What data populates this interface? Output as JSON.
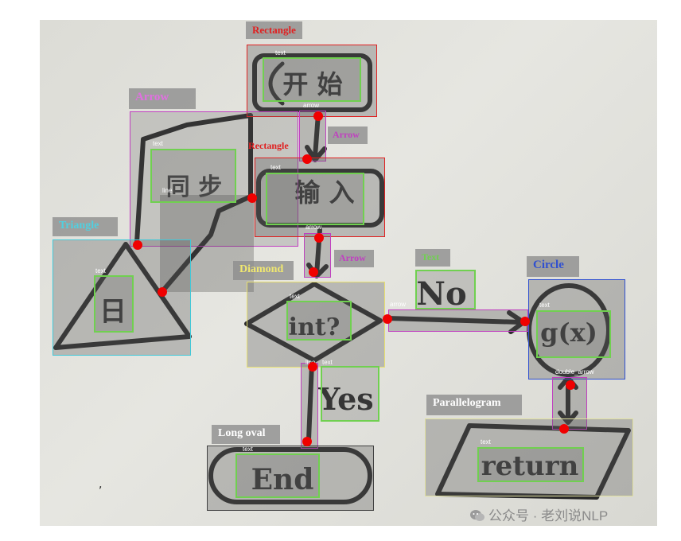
{
  "colors": {
    "rectangle": "#e02020",
    "arrow": "#c040c0",
    "triangle": "#40c8d8",
    "diamond": "#e8e070",
    "text": "#70d050",
    "circle": "#3050d0",
    "parallelogram": "#e0e0a0",
    "long_oval": "#505050",
    "keypoint": "#f00000"
  },
  "shapes": {
    "rectangle_1": "Rectangle",
    "rectangle_2": "Rectangle",
    "arrow_1": "Arrow",
    "arrow_2": "Arrow",
    "arrow_3": "Arrow",
    "triangle": "Triangle",
    "diamond": "Diamond",
    "text_no": "Text",
    "circle": "Circle",
    "parallelogram": "Parallelogram",
    "long_oval": "Long oval"
  },
  "small_labels": {
    "text": "text",
    "arrow": "arrow",
    "line": "line",
    "double_arrow": "double_arrow"
  },
  "handwriting": {
    "start": "开 始",
    "sync": "同 步",
    "input": "输 入",
    "day": "日",
    "int": "int?",
    "no": "No",
    "gx": "g(x)",
    "yes": "Yes",
    "end": "End",
    "return": "return"
  },
  "watermark": "公众号 · 老刘说NLP"
}
